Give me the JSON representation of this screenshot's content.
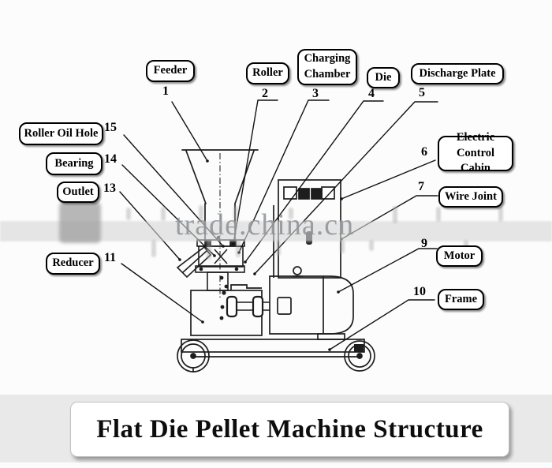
{
  "title": {
    "text": "Flat Die Pellet Machine Structure"
  },
  "watermark": {
    "text": "trade.china.cn"
  },
  "labels": [
    {
      "id": "feeder",
      "text": "Feeder",
      "num": "1"
    },
    {
      "id": "roller",
      "text": "Roller",
      "num": "2"
    },
    {
      "id": "charging-chamber",
      "text": "Charging Chamber",
      "num": "3"
    },
    {
      "id": "die",
      "text": "Die",
      "num": "4"
    },
    {
      "id": "discharge-plate",
      "text": "Discharge Plate",
      "num": "5"
    },
    {
      "id": "electric-control-cabin",
      "text": "Electric Control Cabin",
      "num": "6"
    },
    {
      "id": "wire-joint",
      "text": "Wire Joint",
      "num": "7"
    },
    {
      "id": "motor",
      "text": "Motor",
      "num": "9"
    },
    {
      "id": "frame",
      "text": "Frame",
      "num": "10"
    },
    {
      "id": "reducer",
      "text": "Reducer",
      "num": "11"
    },
    {
      "id": "outlet",
      "text": "Outlet",
      "num": "13"
    },
    {
      "id": "bearing",
      "text": "Bearing",
      "num": "14"
    },
    {
      "id": "roller-oil-hole",
      "text": "Roller Oil Hole",
      "num": "15"
    }
  ],
  "colors": {
    "line": "#1d1d1d",
    "background": "#fcfcfc",
    "bottom_strip": "#e9e9e9",
    "watermark_text": "#8d9297",
    "watermark_band": "#d7d7d7"
  }
}
